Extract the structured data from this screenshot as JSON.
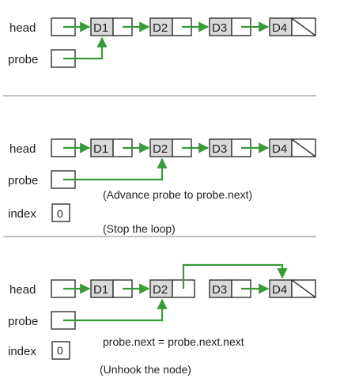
{
  "labels": {
    "head": "head",
    "probe": "probe",
    "index": "index"
  },
  "nodes": [
    "D1",
    "D2",
    "D3",
    "D4"
  ],
  "panels": [
    {
      "caption": "",
      "caption2": ""
    },
    {
      "caption": "(Advance probe to probe.next)",
      "index_value": "0",
      "caption2": "(Stop the loop)"
    },
    {
      "caption": "probe.next =  probe.next.next",
      "index_value": "0",
      "caption2": "(Unhook the node)"
    }
  ],
  "colors": {
    "link": "#3a9a3a",
    "data_cell": "#d9d9d9",
    "separator": "#9a9a9a"
  }
}
